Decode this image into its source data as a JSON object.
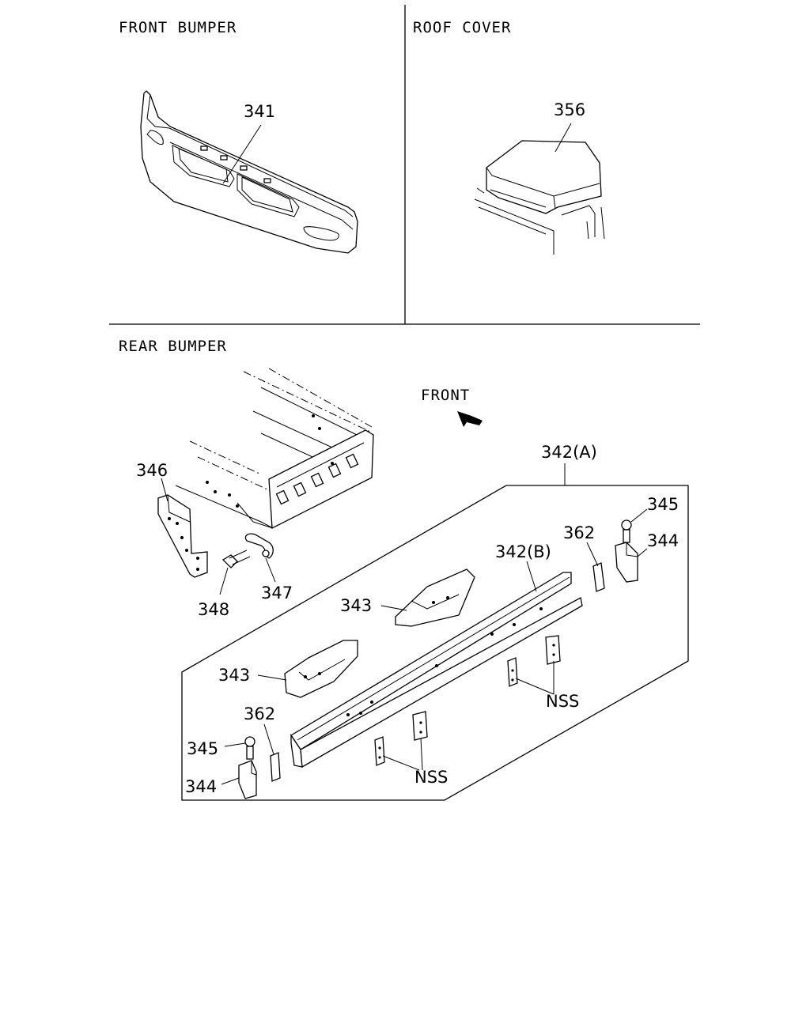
{
  "sections": {
    "front_bumper": "FRONT BUMPER",
    "roof_cover": "ROOF COVER",
    "rear_bumper": "REAR BUMPER"
  },
  "direction": "FRONT",
  "labels": {
    "p341": "341",
    "p356": "356",
    "p346": "346",
    "p347": "347",
    "p348": "348",
    "p342a": "342(A)",
    "p342b": "342(B)",
    "p343_upper": "343",
    "p343_lower": "343",
    "p344_right": "344",
    "p344_left": "344",
    "p345_right": "345",
    "p345_left": "345",
    "p362_right": "362",
    "p362_left": "362",
    "nss_right": "NSS",
    "nss_left": "NSS"
  }
}
